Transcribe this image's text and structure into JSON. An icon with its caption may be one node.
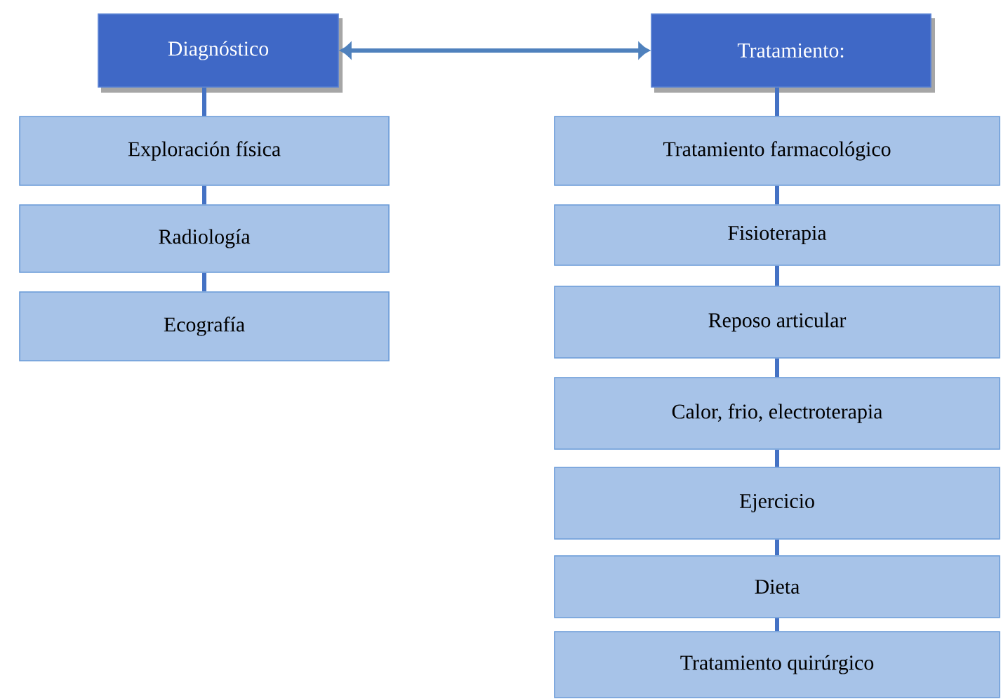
{
  "diagram": {
    "nodes": [
      {
        "text": [
          "Diagnóstico"
        ]
      },
      {
        "text": [
          "Exploración física"
        ]
      },
      {
        "text": [
          "Radiología"
        ]
      },
      {
        "text": [
          "Ecografía"
        ]
      },
      {
        "text": [
          "Tratamiento:"
        ]
      },
      {
        "text": [
          "Tratamiento farmacológico"
        ]
      },
      {
        "text": [
          "Fisioterapia"
        ]
      },
      {
        "text": [
          "Reposo articular"
        ]
      },
      {
        "text": [
          "Calor, frio, electroterapia"
        ]
      },
      {
        "text": [
          "Ejercicio"
        ]
      },
      {
        "text": [
          "Dieta"
        ]
      },
      {
        "text": [
          "Tratamiento quirúrgico"
        ]
      }
    ],
    "edges": [
      {
        "from": 0,
        "to": 4,
        "arrow": "both"
      },
      {
        "from": 0,
        "to": 1,
        "arrow": "none"
      },
      {
        "from": 1,
        "to": 2,
        "arrow": "none"
      },
      {
        "from": 2,
        "to": 3,
        "arrow": "none"
      },
      {
        "from": 4,
        "to": 5,
        "arrow": "none"
      },
      {
        "from": 5,
        "to": 6,
        "arrow": "none"
      },
      {
        "from": 6,
        "to": 7,
        "arrow": "none"
      },
      {
        "from": 7,
        "to": 8,
        "arrow": "none"
      },
      {
        "from": 8,
        "to": 9,
        "arrow": "none"
      },
      {
        "from": 9,
        "to": 10,
        "arrow": "none"
      },
      {
        "from": 10,
        "to": 11,
        "arrow": "none"
      }
    ]
  }
}
